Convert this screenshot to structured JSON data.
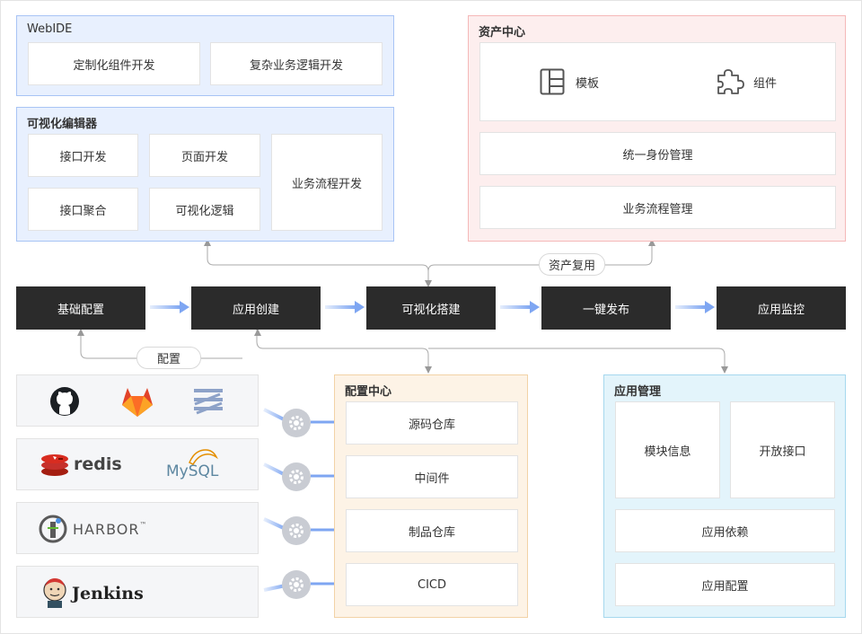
{
  "webide": {
    "title": "WebIDE",
    "items": [
      "定制化组件开发",
      "复杂业务逻辑开发"
    ]
  },
  "visual_editor": {
    "title": "可视化编辑器",
    "items": [
      "接口开发",
      "页面开发",
      "业务流程开发",
      "接口聚合",
      "可视化逻辑"
    ]
  },
  "asset_center": {
    "title": "资产中心",
    "template_label": "模板",
    "component_label": "组件",
    "items": [
      "统一身份管理",
      "业务流程管理"
    ]
  },
  "asset_reuse_label": "资产复用",
  "config_label": "配置",
  "flow": [
    "基础配置",
    "应用创建",
    "可视化搭建",
    "一键发布",
    "应用监控"
  ],
  "config_center": {
    "title": "配置中心",
    "items": [
      "源码仓库",
      "中间件",
      "制品仓库",
      "CICD"
    ]
  },
  "app_mgmt": {
    "title": "应用管理",
    "items": [
      "模块信息",
      "开放接口",
      "应用依赖",
      "应用配置"
    ]
  },
  "tools": {
    "redis": "redis",
    "mysql": "MySQL",
    "harbor": "HARBOR",
    "harbor_tm": "™",
    "jenkins": "Jenkins"
  },
  "colors": {
    "webide_bg": "#e8f0fe",
    "webide_border": "#a8c4f5",
    "asset_bg": "#fdeeee",
    "asset_border": "#f5b8b8",
    "config_bg": "#fdf3e6",
    "config_border": "#f2d3a6",
    "app_bg": "#e3f4fb",
    "app_border": "#a6d8ee",
    "flow_bg": "#2b2b2b",
    "arrow": "#8cb0f5"
  }
}
